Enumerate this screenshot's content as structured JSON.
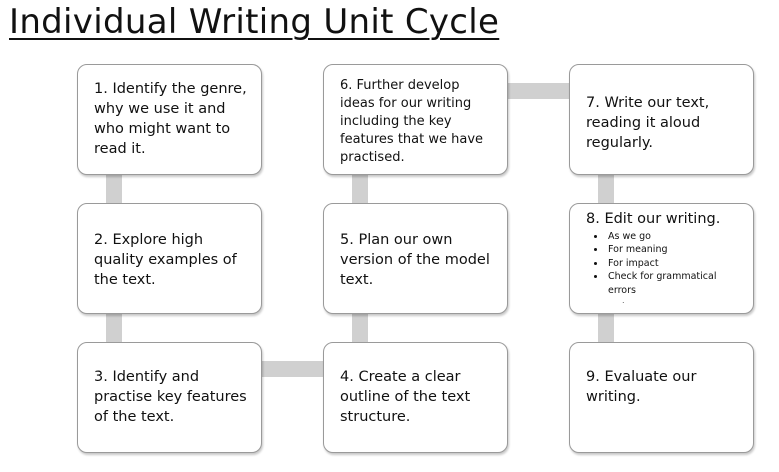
{
  "title": "Individual Writing Unit Cycle",
  "steps": [
    {
      "id": 1,
      "text": "1. Identify the genre, why we use it and who might want to read it."
    },
    {
      "id": 2,
      "text": "2. Explore high quality examples of the text."
    },
    {
      "id": 3,
      "text": "3. Identify and practise key features of the text."
    },
    {
      "id": 4,
      "text": "4. Create a clear outline of the text structure."
    },
    {
      "id": 5,
      "text": "5. Plan our own version of the model text."
    },
    {
      "id": 6,
      "text": "6. Further develop ideas for our writing including the key features that we have practised."
    },
    {
      "id": 7,
      "text": "7. Write our text, reading it aloud regularly."
    },
    {
      "id": 8,
      "text": "8. Edit our writing.",
      "bullets": [
        "As we go",
        "For meaning",
        "For impact",
        "Check for grammatical errors"
      ],
      "trailing_mark": "."
    },
    {
      "id": 9,
      "text": "9. Evaluate our writing."
    }
  ]
}
